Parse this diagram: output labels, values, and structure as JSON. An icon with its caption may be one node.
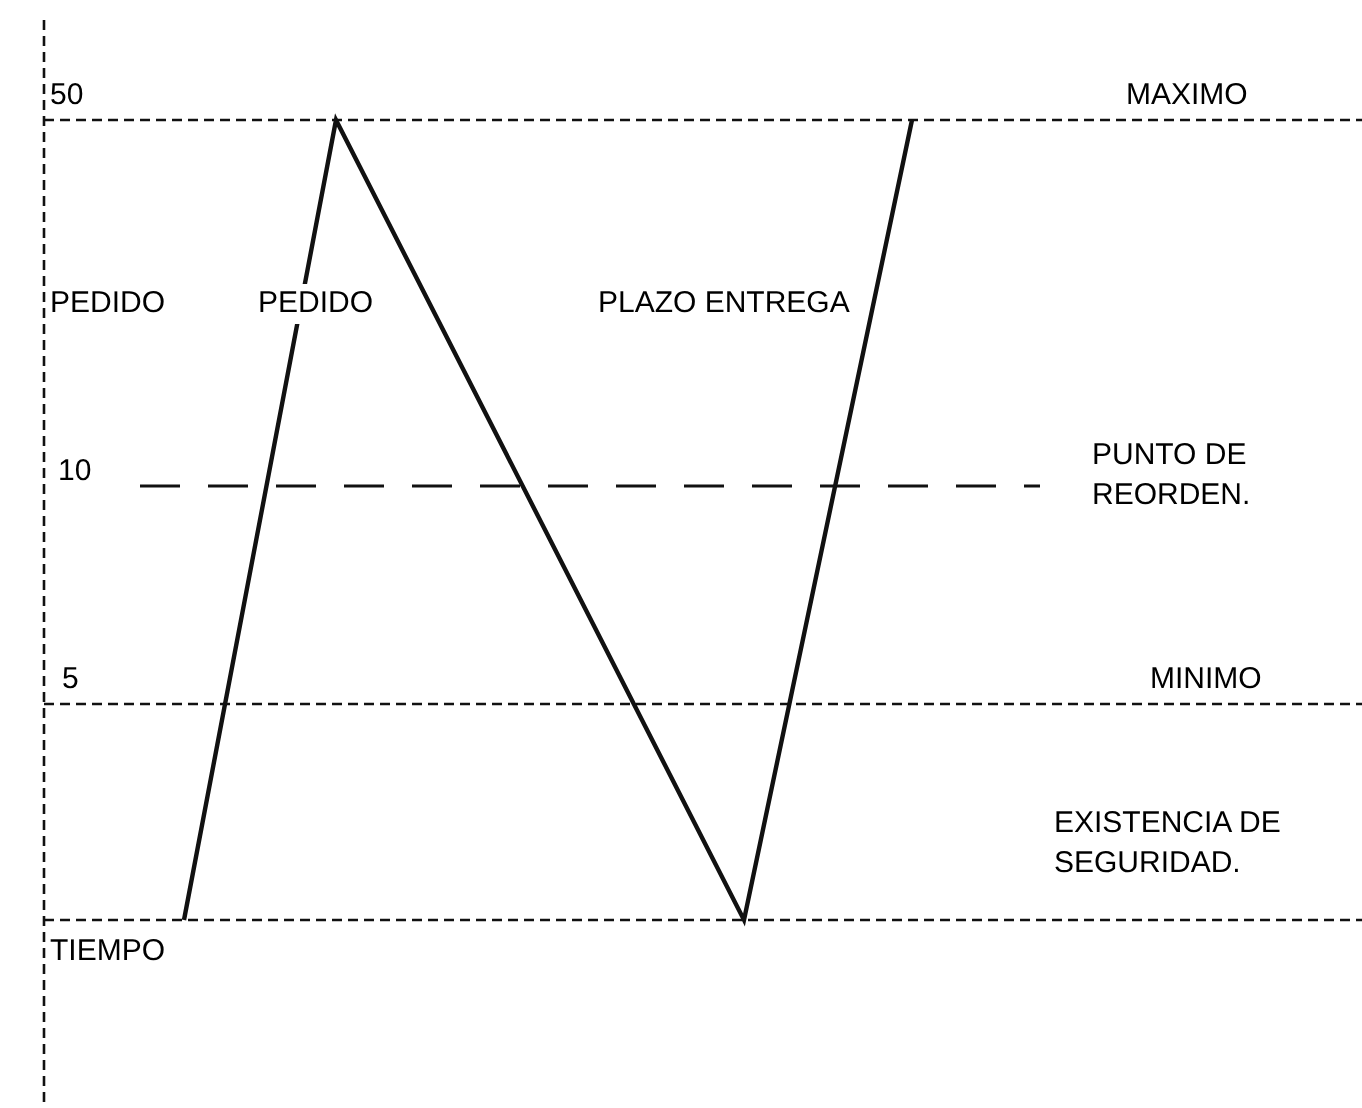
{
  "diagram": {
    "labels": [
      "50",
      "MAXIMO",
      "PEDIDO",
      "PEDIDO",
      "PLAZO ENTREGA",
      "10",
      "PUNTO DE REORDEN.",
      "5",
      "MINIMO",
      "EXISTENCIA DE SEGURIDAD.",
      "TIEMPO"
    ]
  }
}
